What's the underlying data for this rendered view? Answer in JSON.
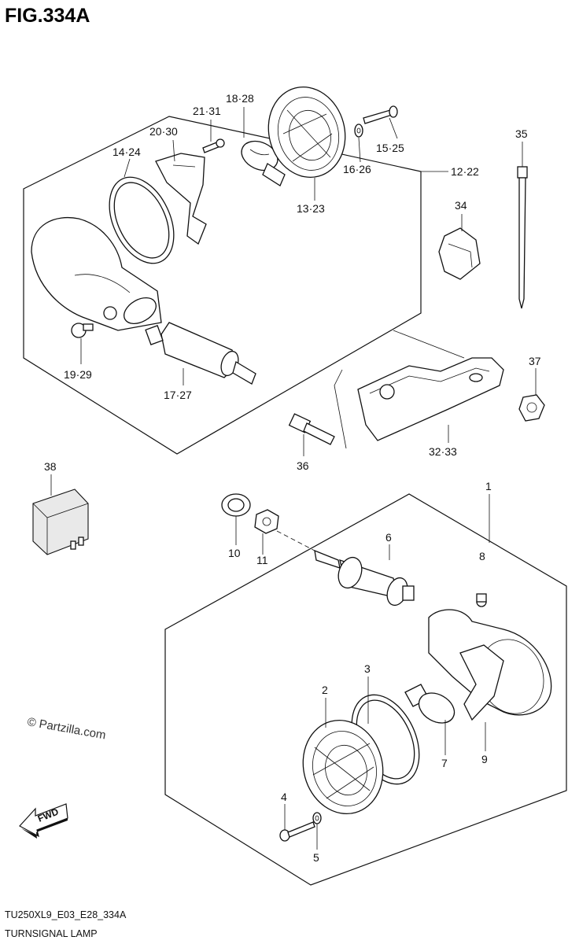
{
  "figure": {
    "title": "FIG.334A",
    "model_code": "TU250XL9_E03_E28_334A",
    "caption": "TURNSIGNAL LAMP",
    "watermark": "© Partzilla.com",
    "fwd_label": "FWD"
  },
  "callouts": [
    {
      "id": "c-12-22",
      "text": "12·22"
    },
    {
      "id": "c-13-23",
      "text": "13·23"
    },
    {
      "id": "c-14-24",
      "text": "14·24"
    },
    {
      "id": "c-15-25",
      "text": "15·25"
    },
    {
      "id": "c-16-26",
      "text": "16·26"
    },
    {
      "id": "c-17-27",
      "text": "17·27"
    },
    {
      "id": "c-18-28",
      "text": "18·28"
    },
    {
      "id": "c-19-29",
      "text": "19·29"
    },
    {
      "id": "c-20-30",
      "text": "20·30"
    },
    {
      "id": "c-21-31",
      "text": "21·31"
    },
    {
      "id": "c-32-33",
      "text": "32·33"
    },
    {
      "id": "c-34",
      "text": "34"
    },
    {
      "id": "c-35",
      "text": "35"
    },
    {
      "id": "c-36",
      "text": "36"
    },
    {
      "id": "c-37",
      "text": "37"
    },
    {
      "id": "c-38",
      "text": "38"
    },
    {
      "id": "c-1",
      "text": "1"
    },
    {
      "id": "c-2",
      "text": "2"
    },
    {
      "id": "c-3",
      "text": "3"
    },
    {
      "id": "c-4",
      "text": "4"
    },
    {
      "id": "c-5",
      "text": "5"
    },
    {
      "id": "c-6",
      "text": "6"
    },
    {
      "id": "c-7",
      "text": "7"
    },
    {
      "id": "c-8",
      "text": "8"
    },
    {
      "id": "c-9",
      "text": "9"
    },
    {
      "id": "c-10",
      "text": "10"
    },
    {
      "id": "c-11",
      "text": "11"
    }
  ]
}
